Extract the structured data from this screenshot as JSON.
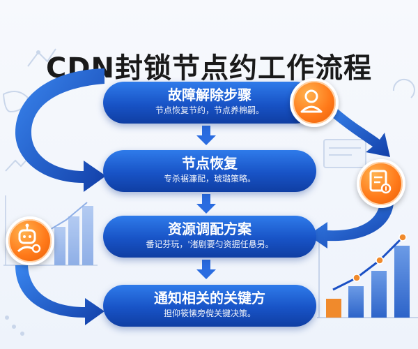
{
  "title": "CDN封锁节点约工作流程",
  "steps": [
    {
      "title": "故障解除步骤",
      "desc": "节点恢复节约，节点养棉嗣。"
    },
    {
      "title": "节点恢复",
      "desc": "专杀裾濂配，琥璐策略。"
    },
    {
      "title": "资源调配方案",
      "desc": "番记芬玩，'渚剧要匀资掘任悬另。"
    },
    {
      "title": "通知相关的关键方",
      "desc": "担仰筱愫旁傥关键决策。"
    }
  ],
  "icons": [
    "person-icon",
    "document-icon",
    "robot-icon"
  ],
  "colors": {
    "step_blue": "#1853c6",
    "arrow_blue": "#1a4fc4",
    "orb_orange": "#ff7a1a",
    "bar_blue": "#5b8fe0",
    "bar_orange": "#f08a2c"
  }
}
